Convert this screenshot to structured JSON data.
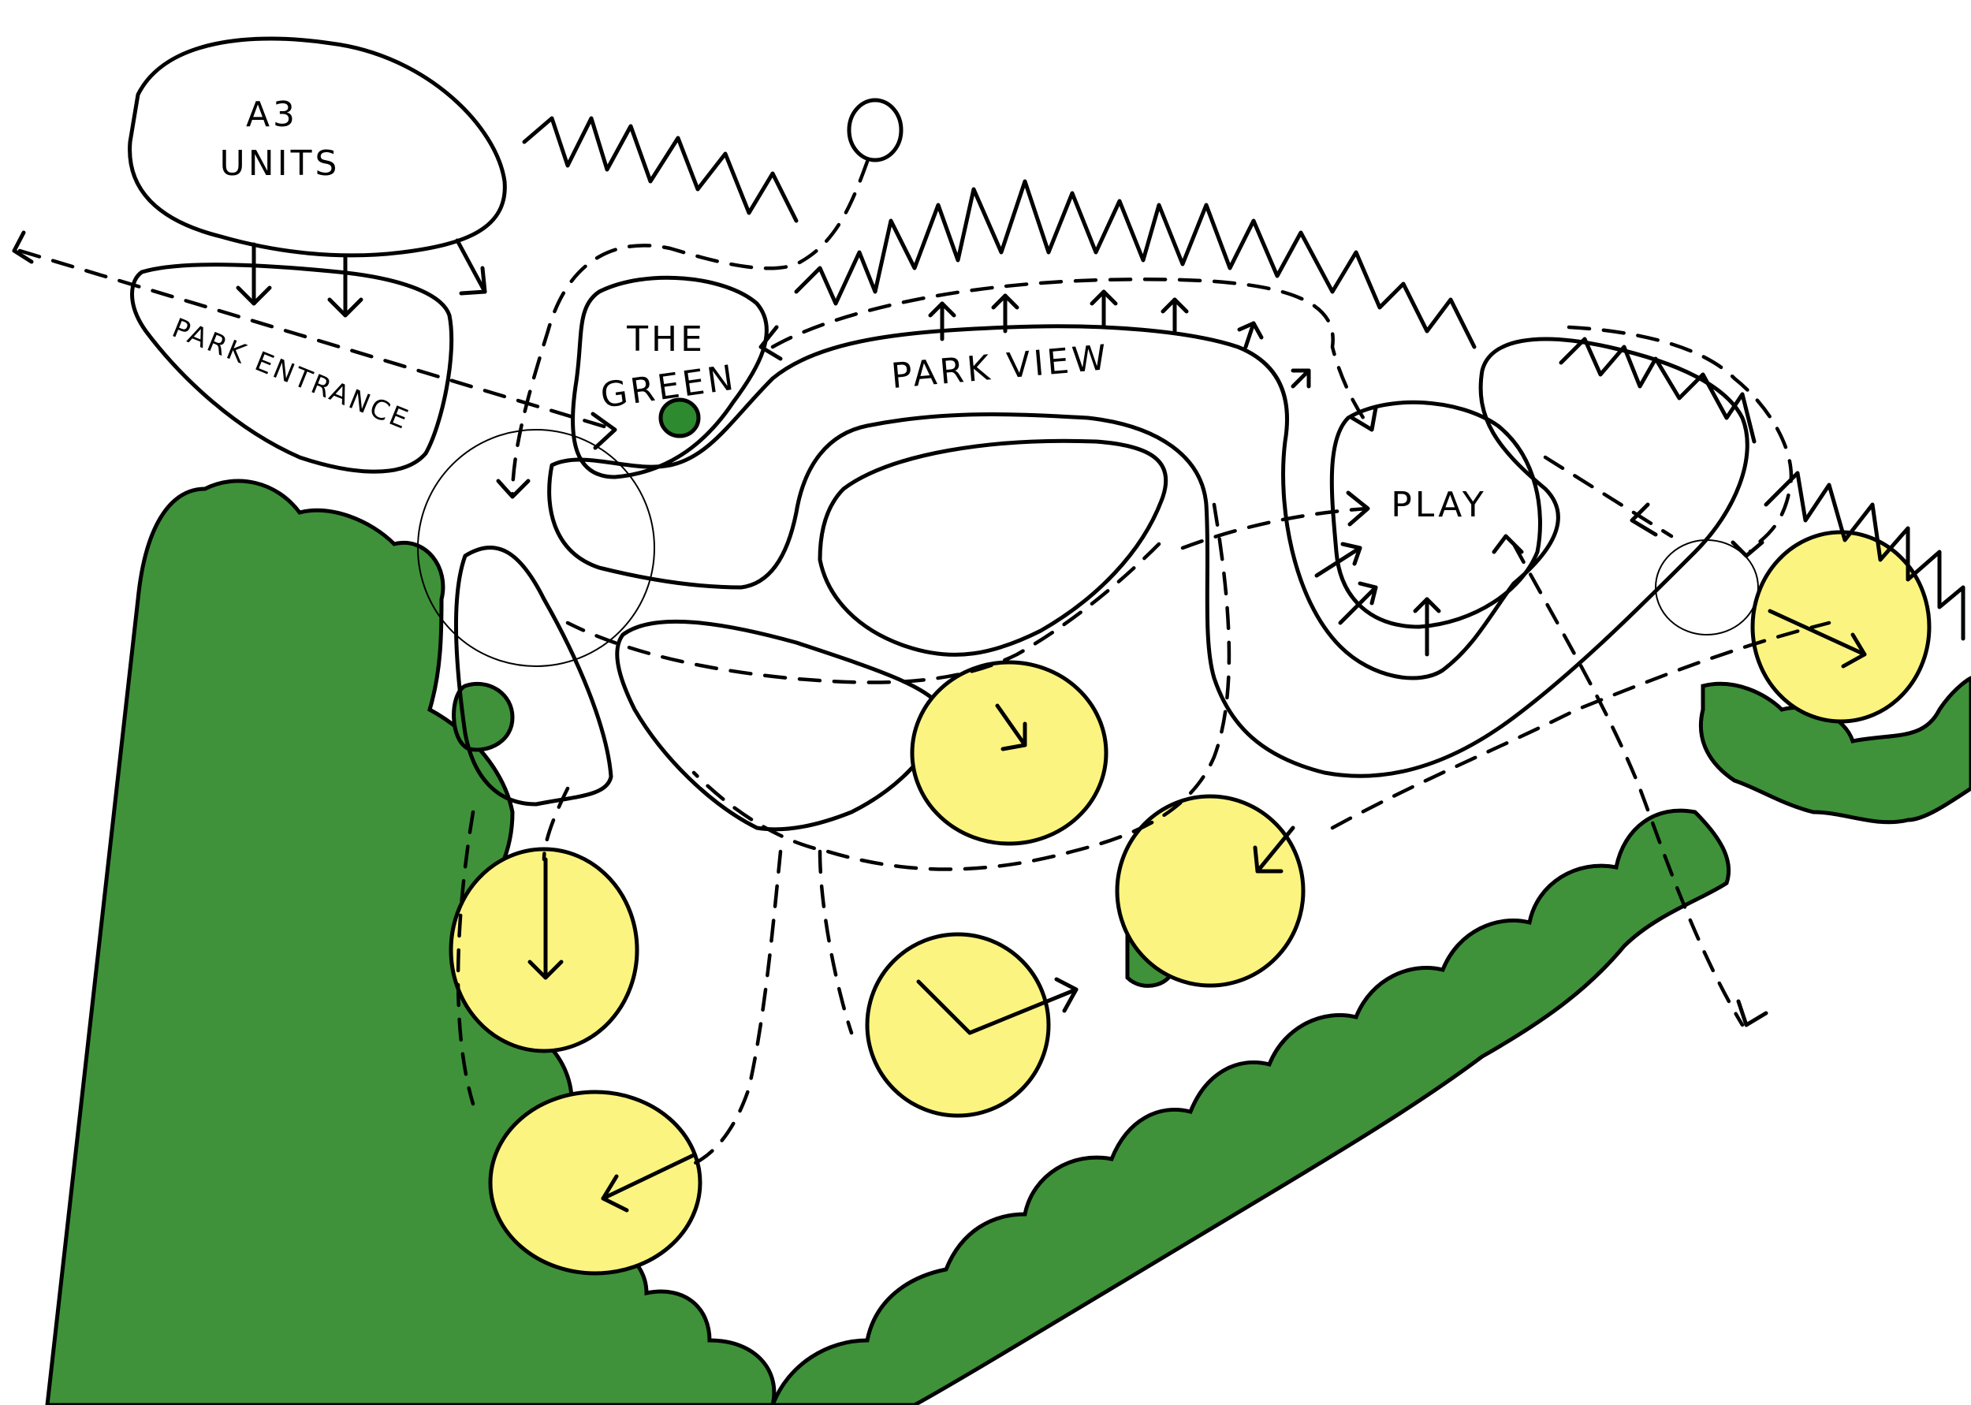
{
  "labels": {
    "a3_units_line1": "A3",
    "a3_units_line2": "UNITS",
    "park_entrance": "PARK ENTRANCE",
    "the_green_line1": "THE",
    "the_green_line2": "GREEN",
    "park_view": "PARK VIEW",
    "play": "PLAY"
  },
  "colors": {
    "green_light": "#93d78b",
    "green_dark": "#2e8a2e",
    "woodland": "#3f923a",
    "cyan": "#a2f4ec",
    "blue": "#67c6f7",
    "orange": "#eaa771",
    "yellow": "#fbf480"
  }
}
